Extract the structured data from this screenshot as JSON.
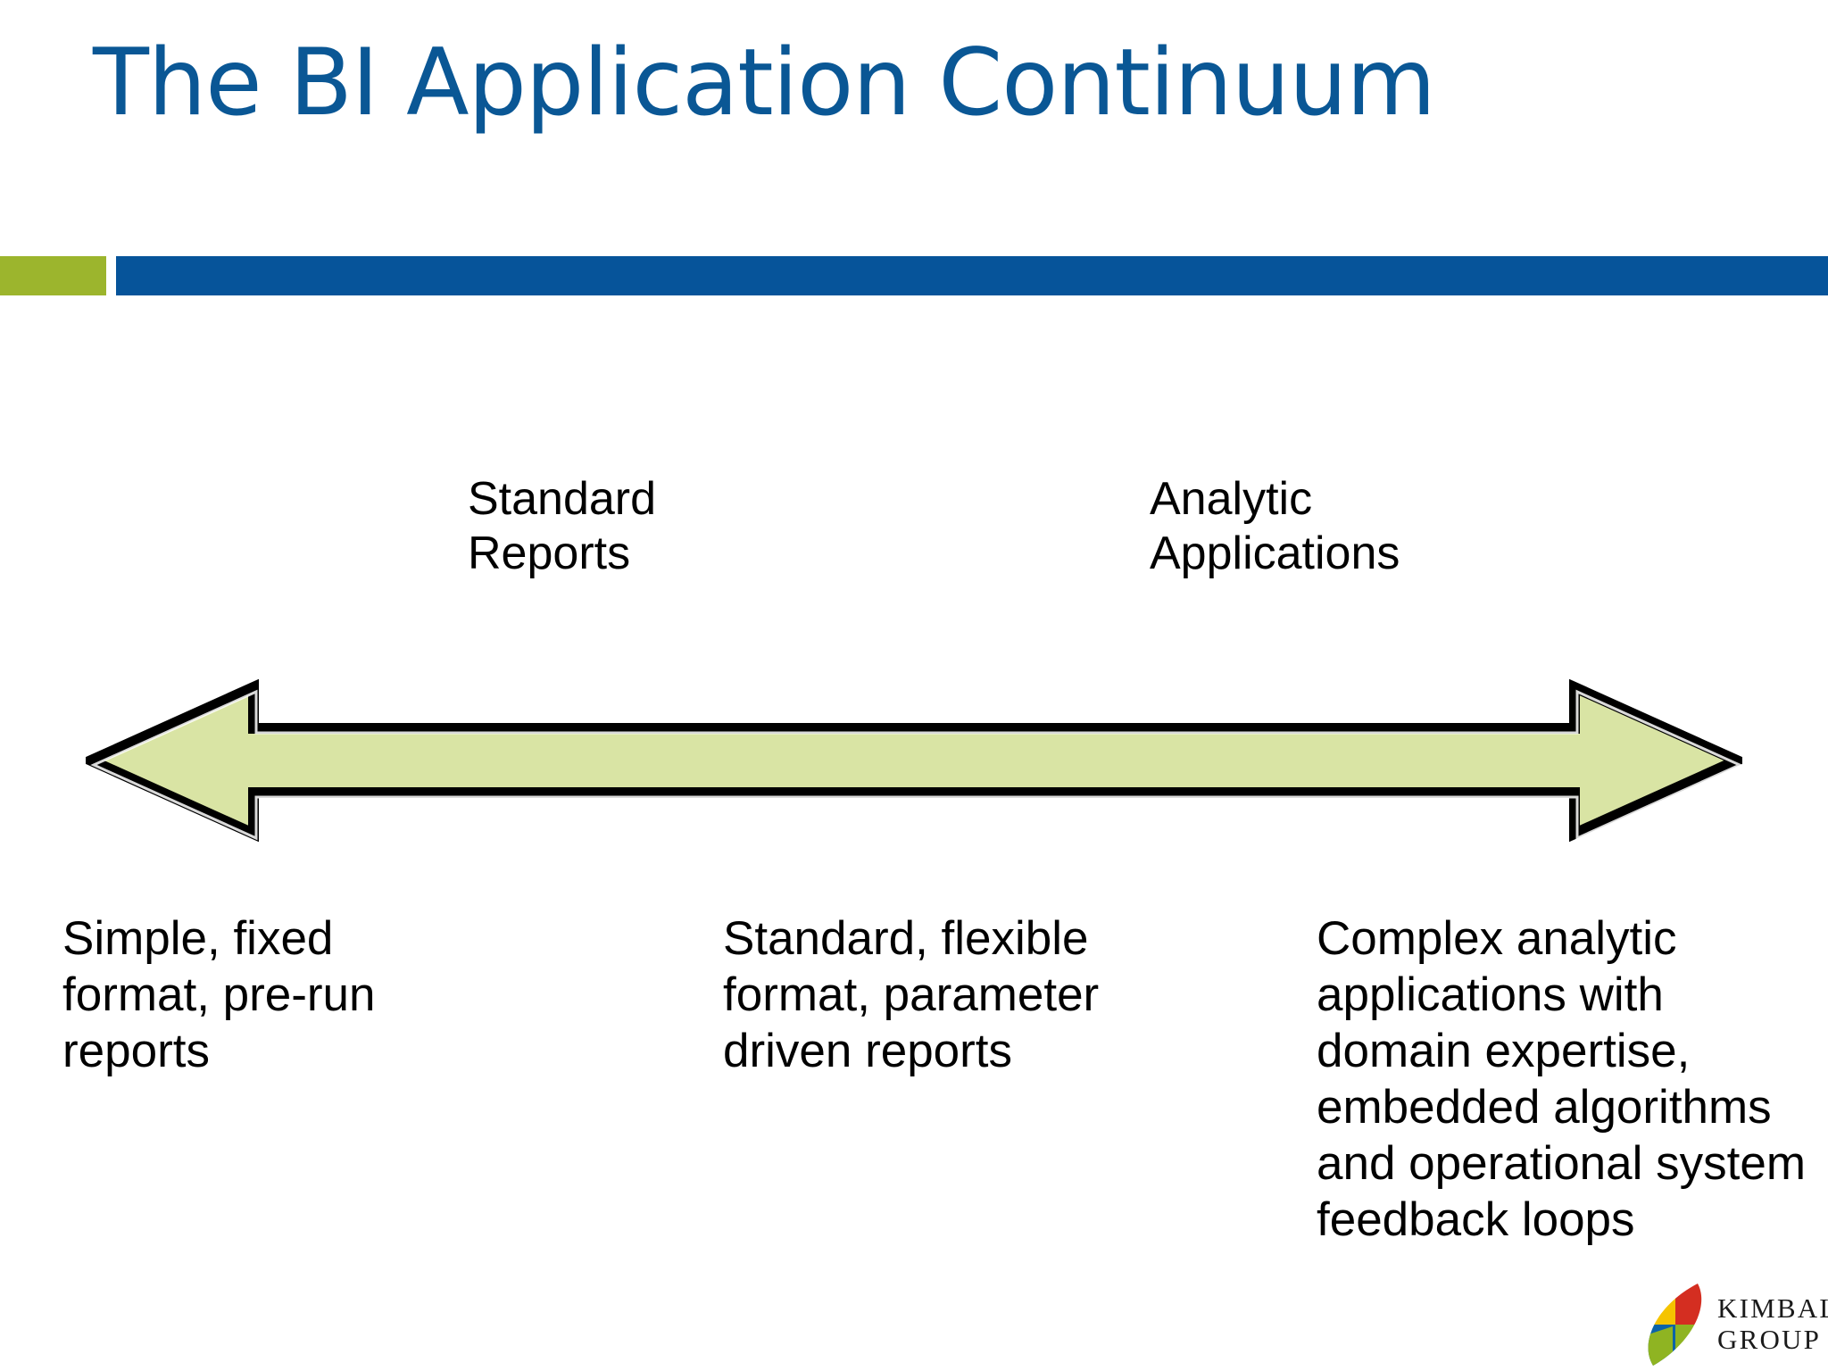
{
  "slide": {
    "title": "The BI Application Continuum",
    "title_color": "#0A5795",
    "background_color": "#ffffff"
  },
  "divider": {
    "accent_color": "#9CB52D",
    "bar_color": "#06549A"
  },
  "endpoints": {
    "left": "Standard\nReports",
    "right": "Analytic\nApplications"
  },
  "arrow": {
    "fill_color": "#D9E4A4",
    "outline_color": "#000000",
    "shadow_color": "#ffffff",
    "direction": "double-headed"
  },
  "descriptors": [
    {
      "id": "left",
      "text": "Simple, fixed\nformat, pre-run\nreports"
    },
    {
      "id": "middle",
      "text": "Standard, flexible\nformat, parameter\ndriven reports"
    },
    {
      "id": "right",
      "text": "Complex analytic\napplications with\ndomain expertise,\nembedded algorithms\nand operational system\nfeedback loops"
    }
  ],
  "logo": {
    "wordmark": "KIMBALL\nGROUP",
    "leaf_colors": {
      "top": "#F5C400",
      "right": "#D42E21",
      "left": "#0C63A8",
      "bottom": "#8FB422"
    },
    "text_color": "#1a1a1a"
  }
}
